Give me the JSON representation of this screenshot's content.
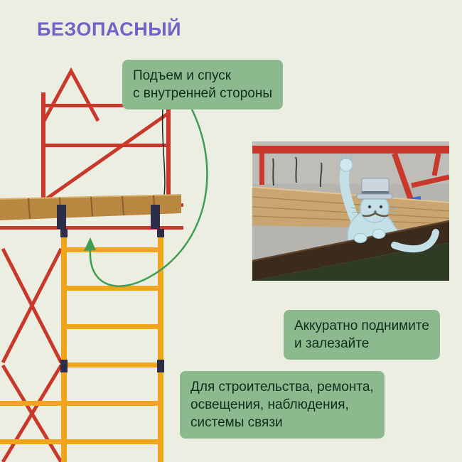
{
  "header": {
    "title": "БЕЗОПАСНЫЙ"
  },
  "callouts": {
    "top": "Подъем и спуск\nс внутренней стороны",
    "middle": "Аккуратно поднимите\nи залезайте",
    "bottom": "Для строительства, ремонта,\nосвещения, наблюдения,\nсистемы связи"
  },
  "illustrations": {
    "main_photo": "scaffold-tower-photo",
    "inset_photo": "platform-closeup-with-cat",
    "arrow": "green-curved-arrow"
  },
  "colors": {
    "background": "#edeee2",
    "accent_purple": "#6f63c6",
    "badge_green": "#8cba8e",
    "badge_text": "#0f2e1c",
    "arrow_green": "#3f9e52",
    "scaffold_red": "#c8392b",
    "scaffold_yellow": "#f0a51d",
    "scaffold_navy": "#2b2d49",
    "platform_wood": "#b9873f",
    "cat_blue": "#c5dfe7",
    "inset_gray": "#b5b4af"
  }
}
